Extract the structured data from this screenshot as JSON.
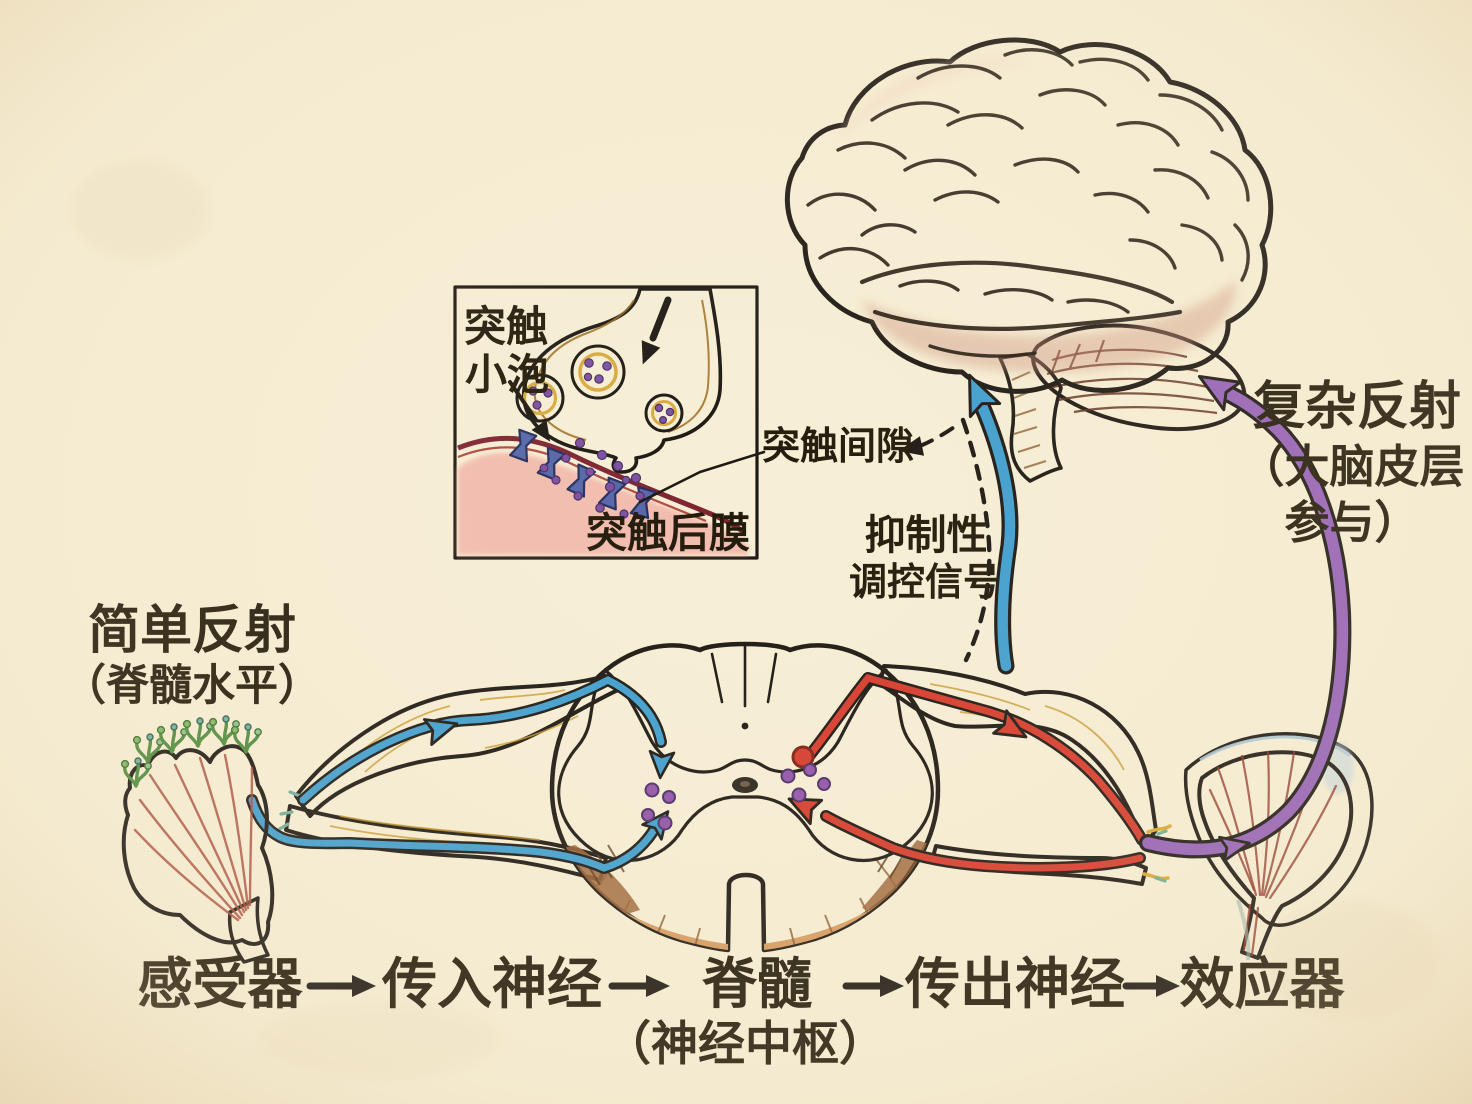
{
  "labels": {
    "simple_reflex": "简单反射",
    "simple_reflex_sub": "（脊髓水平）",
    "complex_reflex": "复杂反射",
    "complex_reflex_sub1": "（大脑皮层",
    "complex_reflex_sub2": "参与）",
    "synaptic_vesicle_line1": "突触",
    "synaptic_vesicle_line2": "小泡",
    "postsynaptic_membrane": "突触后膜",
    "synaptic_cleft": "突触间隙",
    "inhibitory_signal_line1": "抑制性",
    "inhibitory_signal_line2": "调控信号"
  },
  "flow": {
    "receptor": "感受器",
    "afferent_nerve": "传入神经",
    "nerve_center": "脊髓",
    "nerve_center_sub": "（神经中枢）",
    "efferent_nerve": "传出神经",
    "effector": "效应器"
  },
  "colors": {
    "paper": "#f6eed5",
    "ink": "#1c1712",
    "afferent_blue": "#3f9ecf",
    "efferent_red": "#d63a2c",
    "complex_reflex_purple": "#9561b8",
    "nerve_yellow": "#f3cf4e",
    "neurotransmitter_purple": "#7b4fa0",
    "brain_pink": "#e3ab95",
    "muscle_red": "#d05848",
    "gray_matter_tan": "#c3a17b"
  }
}
